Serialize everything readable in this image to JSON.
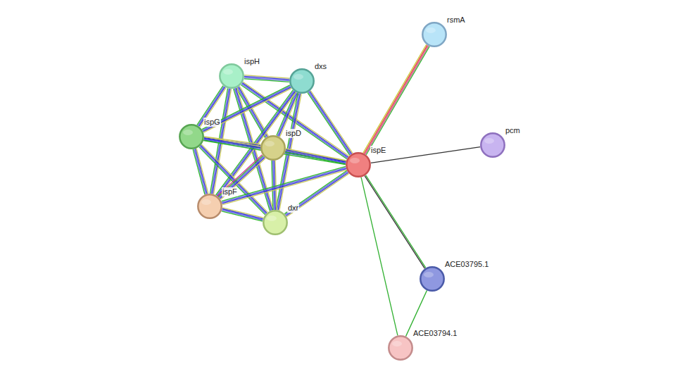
{
  "diagram": {
    "nodes": [
      {
        "text": [
          "ispH"
        ]
      },
      {
        "text": [
          "dxs"
        ]
      },
      {
        "text": [
          "ispG"
        ]
      },
      {
        "text": [
          "ispD"
        ]
      },
      {
        "text": [
          "ispE"
        ]
      },
      {
        "text": [
          "ispF"
        ]
      },
      {
        "text": [
          "dxr"
        ]
      },
      {
        "text": [
          "rsmA"
        ]
      },
      {
        "text": [
          "pcm"
        ]
      },
      {
        "text": [
          "ACE03795.1"
        ]
      },
      {
        "text": [
          "ACE03794.1"
        ]
      }
    ],
    "edges": [
      {
        "from": 0,
        "to": 1,
        "arrow": "none"
      },
      {
        "from": 0,
        "to": 2,
        "arrow": "none"
      },
      {
        "from": 0,
        "to": 3,
        "arrow": "none"
      },
      {
        "from": 0,
        "to": 4,
        "arrow": "none"
      },
      {
        "from": 0,
        "to": 5,
        "arrow": "none"
      },
      {
        "from": 0,
        "to": 6,
        "arrow": "none"
      },
      {
        "from": 1,
        "to": 2,
        "arrow": "none"
      },
      {
        "from": 1,
        "to": 3,
        "arrow": "none"
      },
      {
        "from": 1,
        "to": 4,
        "arrow": "none"
      },
      {
        "from": 1,
        "to": 5,
        "arrow": "none"
      },
      {
        "from": 1,
        "to": 6,
        "arrow": "none"
      },
      {
        "from": 2,
        "to": 3,
        "arrow": "none"
      },
      {
        "from": 2,
        "to": 4,
        "arrow": "none"
      },
      {
        "from": 2,
        "to": 5,
        "arrow": "none"
      },
      {
        "from": 2,
        "to": 6,
        "arrow": "none"
      },
      {
        "from": 3,
        "to": 4,
        "arrow": "none"
      },
      {
        "from": 3,
        "to": 5,
        "arrow": "none"
      },
      {
        "from": 3,
        "to": 6,
        "arrow": "none"
      },
      {
        "from": 4,
        "to": 5,
        "arrow": "none"
      },
      {
        "from": 4,
        "to": 6,
        "arrow": "none"
      },
      {
        "from": 5,
        "to": 6,
        "arrow": "none"
      },
      {
        "from": 4,
        "to": 7,
        "arrow": "none"
      },
      {
        "from": 4,
        "to": 8,
        "arrow": "none"
      },
      {
        "from": 4,
        "to": 9,
        "arrow": "none"
      },
      {
        "from": 4,
        "to": 10,
        "arrow": "none"
      },
      {
        "from": 9,
        "to": 10,
        "arrow": "none"
      }
    ]
  }
}
